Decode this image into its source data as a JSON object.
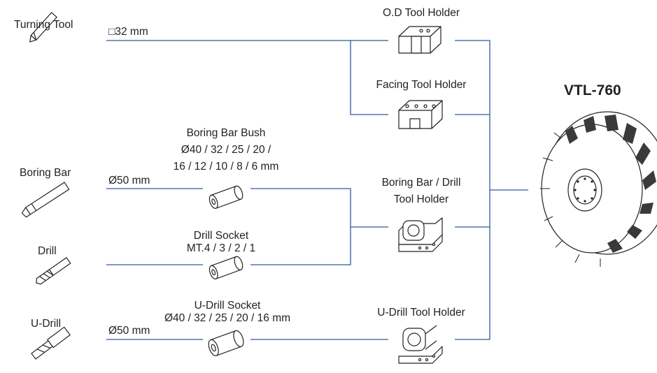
{
  "title": "VTL-760",
  "colors": {
    "line": "#2f5b9b",
    "ink": "#222222"
  },
  "tools": {
    "turning": {
      "label": "Turning Tool",
      "spec": "□32 mm",
      "icon": "turning-tool-icon"
    },
    "boring": {
      "label": "Boring Bar",
      "spec": "Ø50 mm",
      "icon": "boring-bar-icon"
    },
    "drill": {
      "label": "Drill",
      "icon": "drill-icon"
    },
    "udrill": {
      "label": "U-Drill",
      "spec": "Ø50 mm",
      "icon": "u-drill-icon"
    }
  },
  "accessories": {
    "boring_bush": {
      "line1": "Boring Bar Bush",
      "line2": "Ø40 / 32 / 25 / 20 /",
      "line3": "16 / 12 / 10 / 8 / 6 mm",
      "icon": "bush-icon"
    },
    "drill_socket": {
      "line1": "Drill Socket",
      "line2": "MT.4 / 3 / 2 / 1",
      "icon": "socket-icon"
    },
    "udrill_socket": {
      "line1": "U-Drill Socket",
      "line2": "Ø40 / 32 / 25 / 20 / 16 mm",
      "icon": "socket-icon"
    }
  },
  "holders": {
    "od": {
      "label": "O.D Tool Holder",
      "icon": "od-holder-icon"
    },
    "facing": {
      "label": "Facing Tool Holder",
      "icon": "facing-holder-icon"
    },
    "boring_drill": {
      "line1": "Boring Bar / Drill",
      "line2": "Tool Holder",
      "icon": "boring-holder-icon"
    },
    "udrill": {
      "label": "U-Drill Tool Holder",
      "icon": "udrill-holder-icon"
    }
  },
  "turret": {
    "icon": "turret-icon"
  }
}
